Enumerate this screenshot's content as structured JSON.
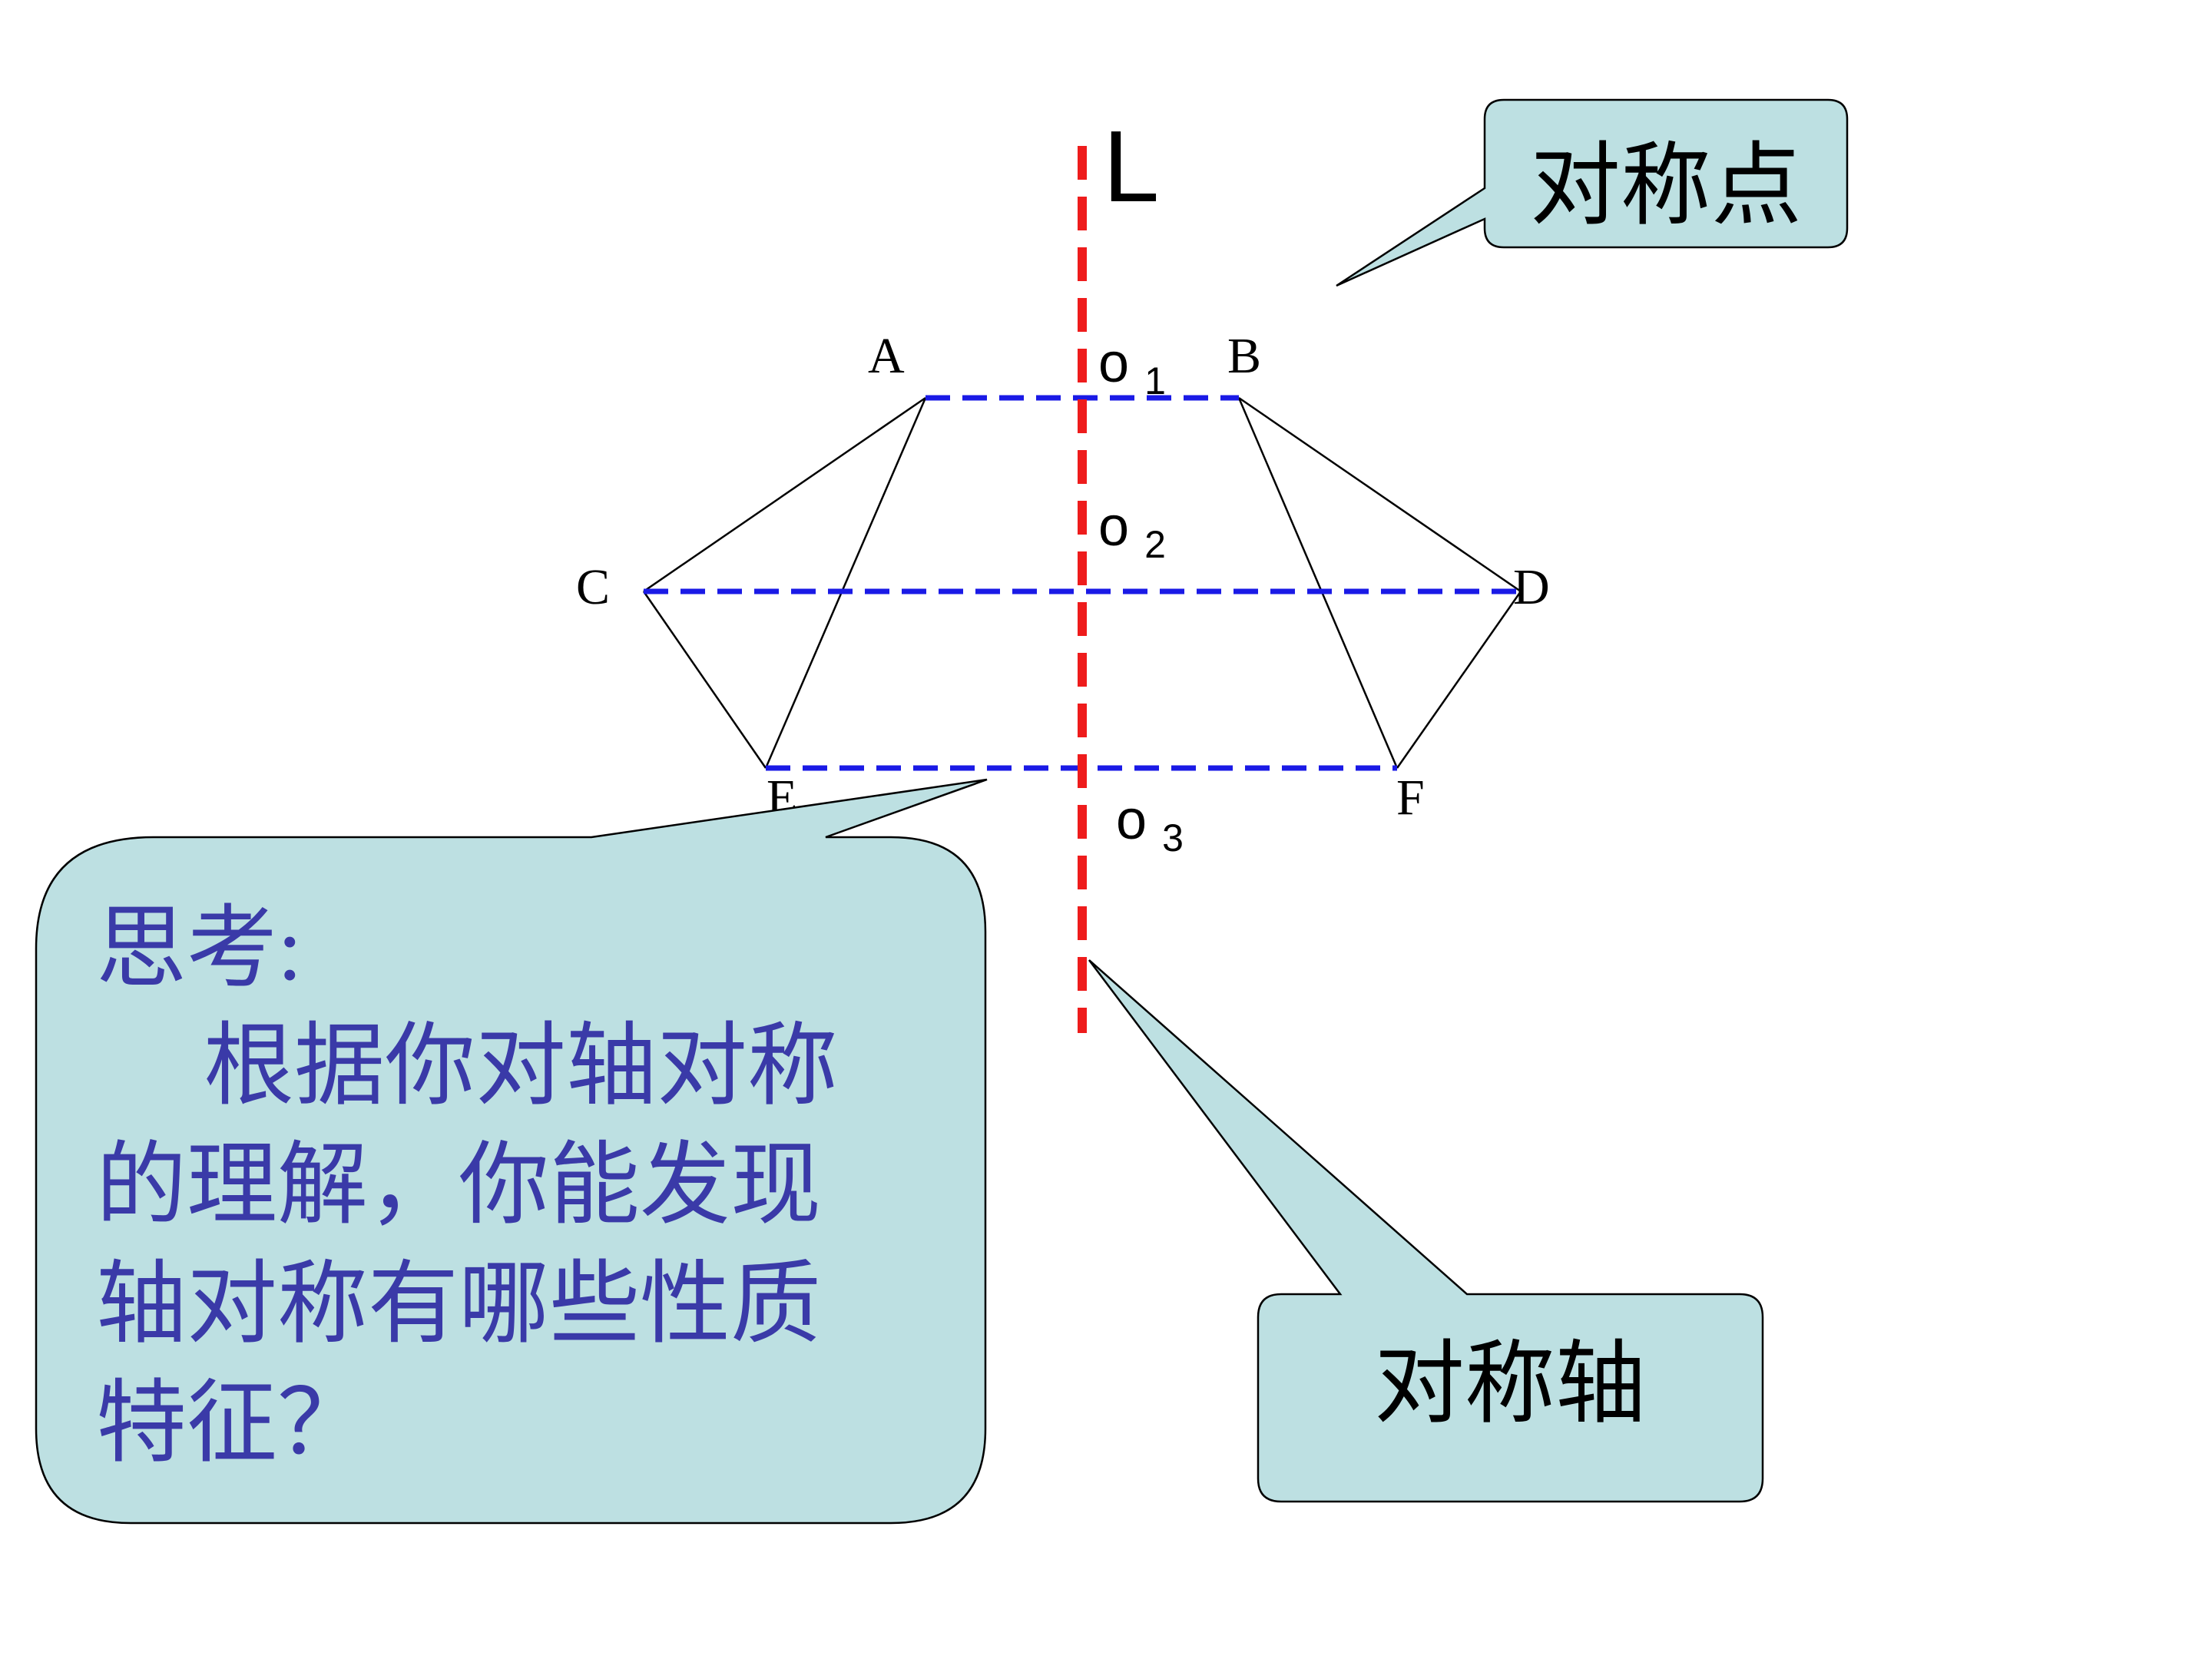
{
  "diagram": {
    "axis_label": "L",
    "points": {
      "a": "A",
      "b": "B",
      "c": "C",
      "d": "D",
      "e": "E",
      "f": "F"
    },
    "midpoints": {
      "o1": {
        "base": "o",
        "sub": "1"
      },
      "o2": {
        "base": "o",
        "sub": "2"
      },
      "o3": {
        "base": "o",
        "sub": "3"
      }
    },
    "colors": {
      "axis": "#ee1c1c",
      "segments": "#1a1ae6",
      "callout_fill": "#bde0e2",
      "question_text": "#3a3aa8",
      "lines": "#000000"
    }
  },
  "callouts": {
    "symmetric_point": "对称点",
    "symmetry_axis": "对称轴",
    "question": {
      "line1": "思考:",
      "line2": "根据你对轴对称",
      "line3": "的理解，你能发现",
      "line4": "轴对称有哪些性质",
      "line5": "特征？"
    }
  }
}
